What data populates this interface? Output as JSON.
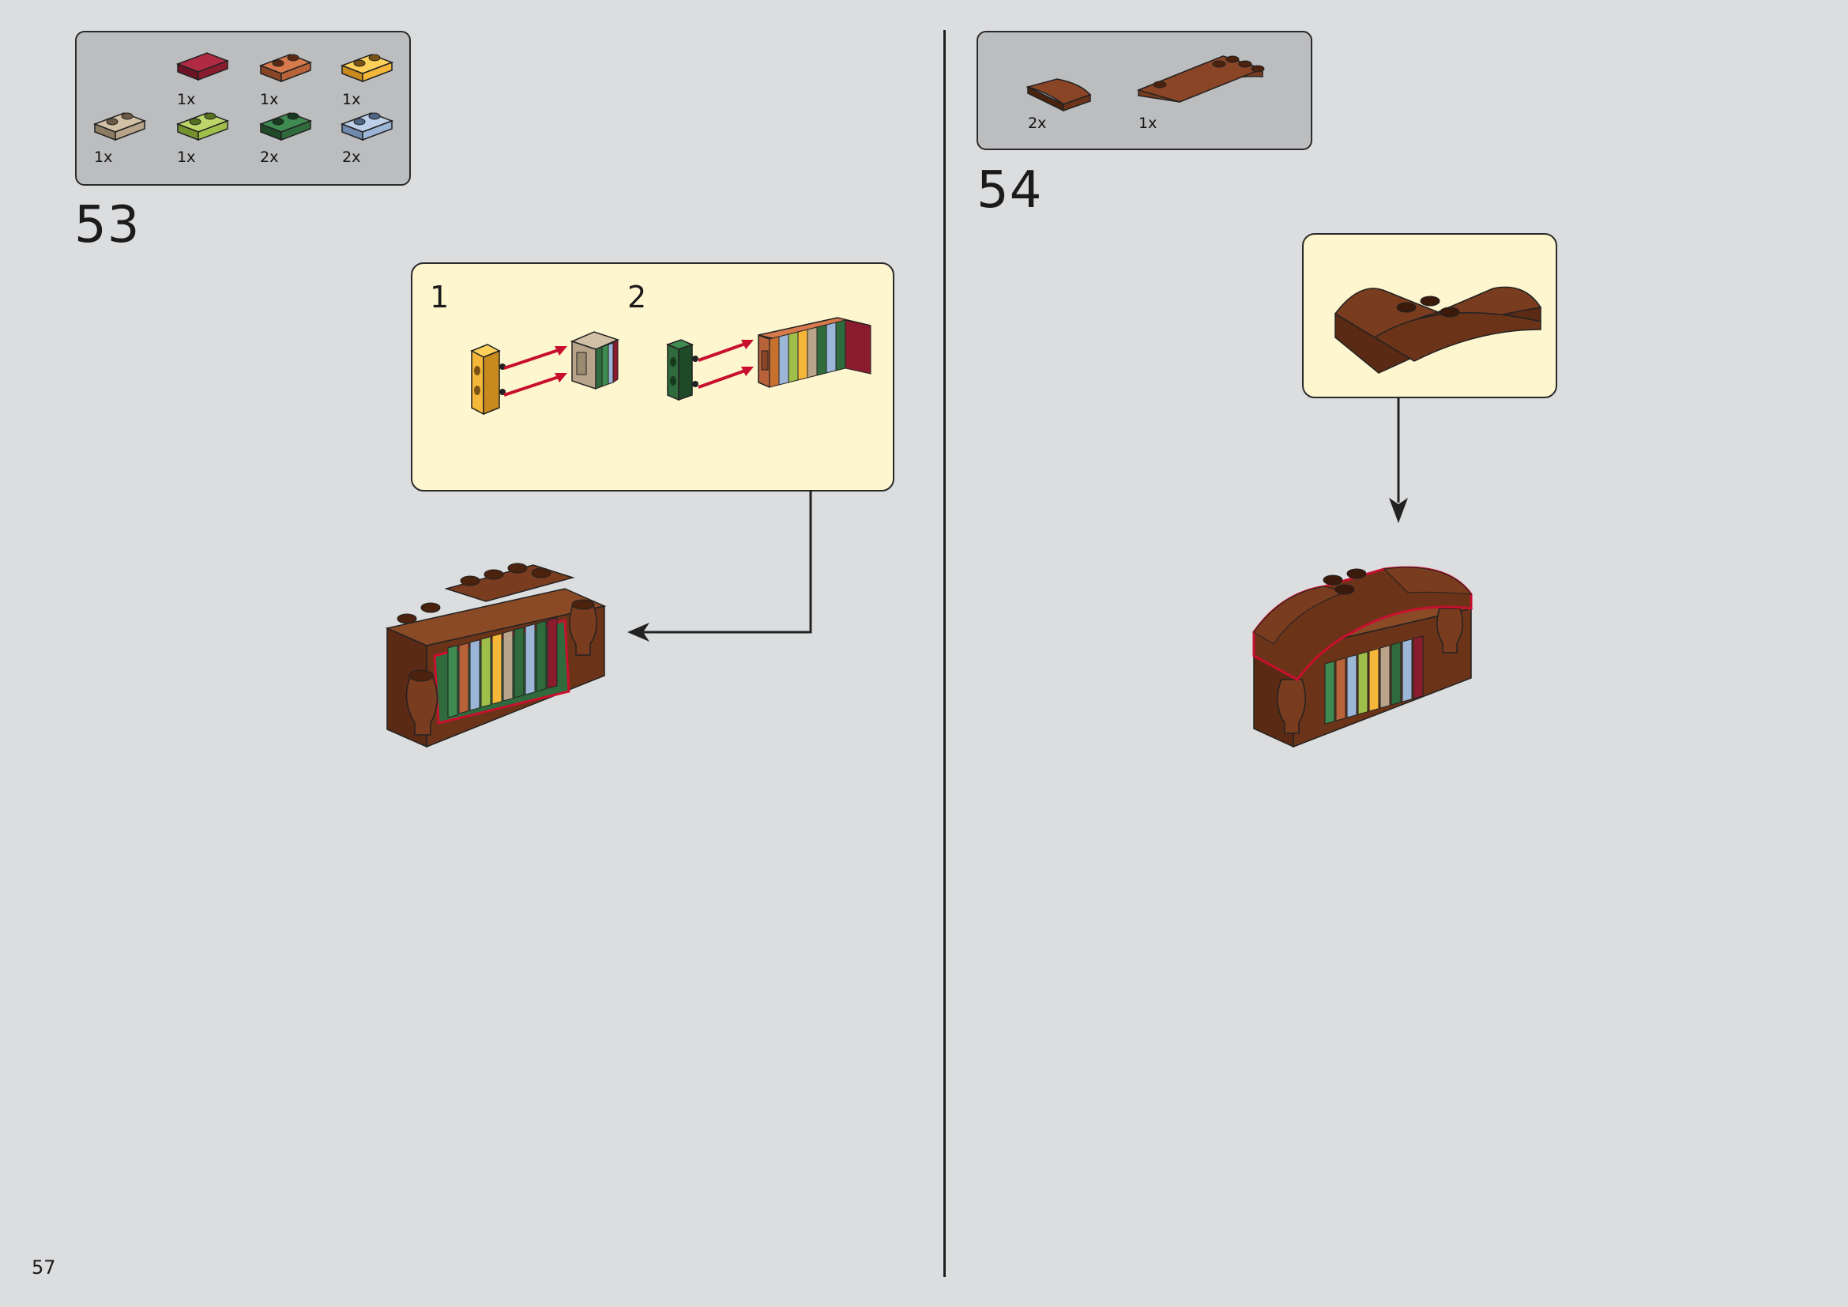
{
  "page": {
    "number": "57"
  },
  "colors": {
    "background": "#dcdddf",
    "parts_box": "#bcbdbf",
    "callout": "#fdf6cf",
    "brown": "#6b3419",
    "highlight": "#c8102e"
  },
  "step53": {
    "number": "53",
    "parts": [
      {
        "name": "dark-red-tile-1x2",
        "color": "#8a1c2e",
        "qty": "1x"
      },
      {
        "name": "orange-brown-plate-1x2",
        "color": "#b8623a",
        "qty": "1x"
      },
      {
        "name": "bright-orange-plate-1x2",
        "color": "#f4b73a",
        "qty": "1x"
      },
      {
        "name": "tan-plate-1x2",
        "color": "#b8a48a",
        "qty": "1x"
      },
      {
        "name": "olive-plate-1x2",
        "color": "#9fbf4a",
        "qty": "1x"
      },
      {
        "name": "dark-green-plate-1x2",
        "color": "#2f6b3c",
        "qty": "2x"
      },
      {
        "name": "sand-blue-plate-1x2",
        "color": "#9bb6d6",
        "qty": "2x"
      }
    ],
    "substeps": [
      "1",
      "2"
    ]
  },
  "step54": {
    "number": "54",
    "parts": [
      {
        "name": "reddish-brown-curved-slope",
        "color": "#6b3419",
        "qty": "2x"
      },
      {
        "name": "reddish-brown-arch-plate",
        "color": "#6b3419",
        "qty": "1x"
      }
    ]
  }
}
